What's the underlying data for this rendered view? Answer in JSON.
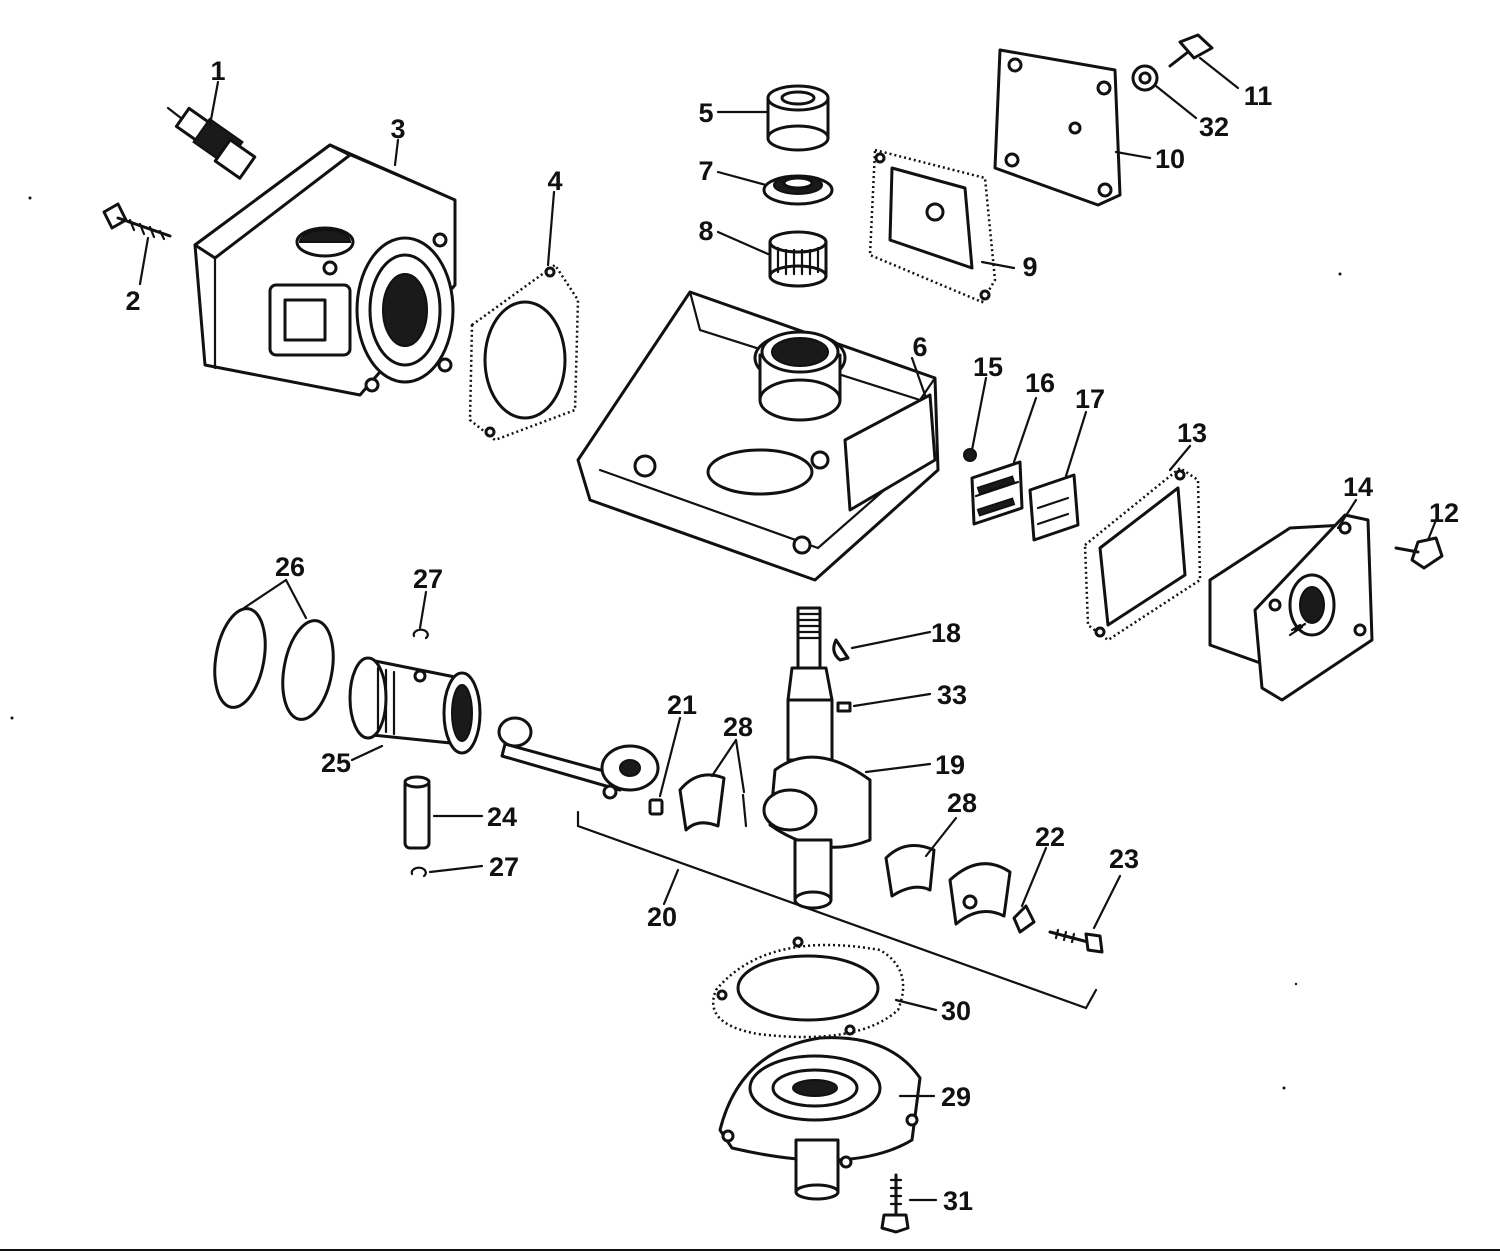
{
  "diagram": {
    "callouts": [
      "1",
      "2",
      "3",
      "4",
      "5",
      "6",
      "7",
      "8",
      "9",
      "10",
      "11",
      "12",
      "13",
      "14",
      "15",
      "16",
      "17",
      "18",
      "19",
      "20",
      "21",
      "22",
      "23",
      "24",
      "25",
      "26",
      "27",
      "27",
      "28",
      "28",
      "29",
      "30",
      "31",
      "32",
      "33"
    ]
  }
}
